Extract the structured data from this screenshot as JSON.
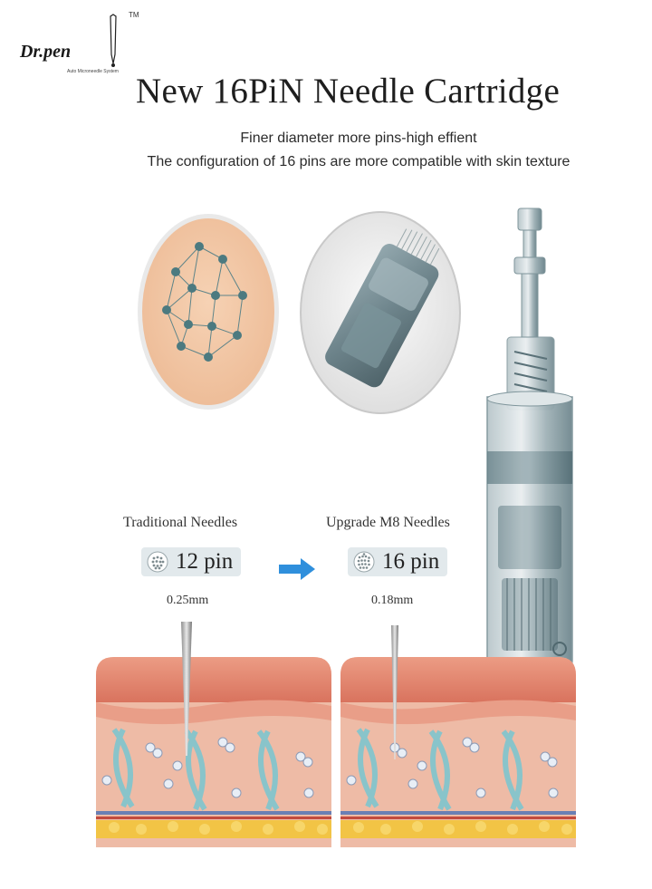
{
  "brand": {
    "logo_text": "Dr.pen",
    "logo_subtext": "Auto Microneedle System",
    "trademark": "TM"
  },
  "header": {
    "title": "New 16PiN Needle Cartridge",
    "subtitle_line1": "Finer diameter more pins-high effient",
    "subtitle_line2": "The configuration of 16 pins are more compatible with skin texture"
  },
  "comparison": {
    "traditional": {
      "label": "Traditional Needles",
      "pin_count": "12 pin",
      "diameter": "0.25mm"
    },
    "upgrade": {
      "label": "Upgrade M8 Needles",
      "pin_count": "16 pin",
      "diameter": "0.18mm"
    }
  },
  "icons": {
    "arrow": "right-arrow-icon",
    "pin_dots": "pin-dots-icon"
  },
  "colors": {
    "skin_tone": "#f1c7a6",
    "node_color": "#4c7a80",
    "arrow_blue": "#2f8fdc",
    "badge_bg": "#e2e9ec",
    "skin_top": "#e08872",
    "fat_yellow": "#f2c445"
  }
}
